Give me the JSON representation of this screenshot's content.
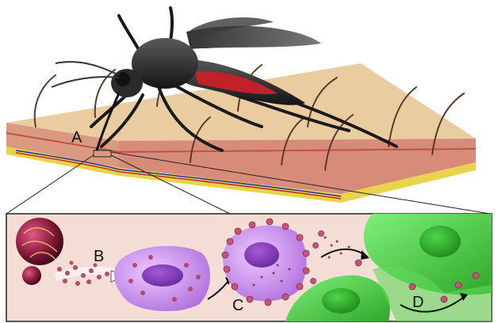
{
  "labels": {
    "a": "A",
    "b": "B",
    "c": "C",
    "d": "D"
  },
  "colors": {
    "skin_top": "#e9cda0",
    "skin_side": "#d7a37e",
    "fat_layer": "#e8d34a",
    "inset_bg": "#f3ddd5",
    "cell_purple": "#c58ae8",
    "nucleus": "#8a3fc0",
    "particle": "#b8496a",
    "green_cell": "#4fd44a",
    "mosquito_body": "#2a2a2a",
    "mosquito_red": "#c0222a"
  },
  "icons": [
    "mosquito-illustration",
    "pathogen-sphere-icon",
    "arrow-icon"
  ]
}
